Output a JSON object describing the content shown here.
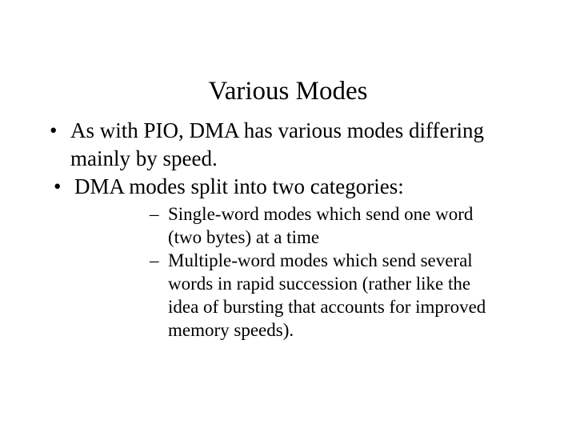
{
  "slide": {
    "title": "Various Modes",
    "background_color": "#ffffff",
    "text_color": "#000000",
    "bullet_glyph": "•",
    "dash_glyph": "–",
    "bullets": [
      {
        "text": "As with PIO, DMA has various modes differing mainly by speed.",
        "sub_bullets": []
      },
      {
        "text": "DMA modes split into two categories:",
        "sub_bullets": [
          "Single-word modes which send one word (two bytes) at a time",
          "Multiple-word modes which send several words in rapid succession (rather like the idea of bursting that accounts for improved memory speeds)."
        ]
      }
    ]
  }
}
